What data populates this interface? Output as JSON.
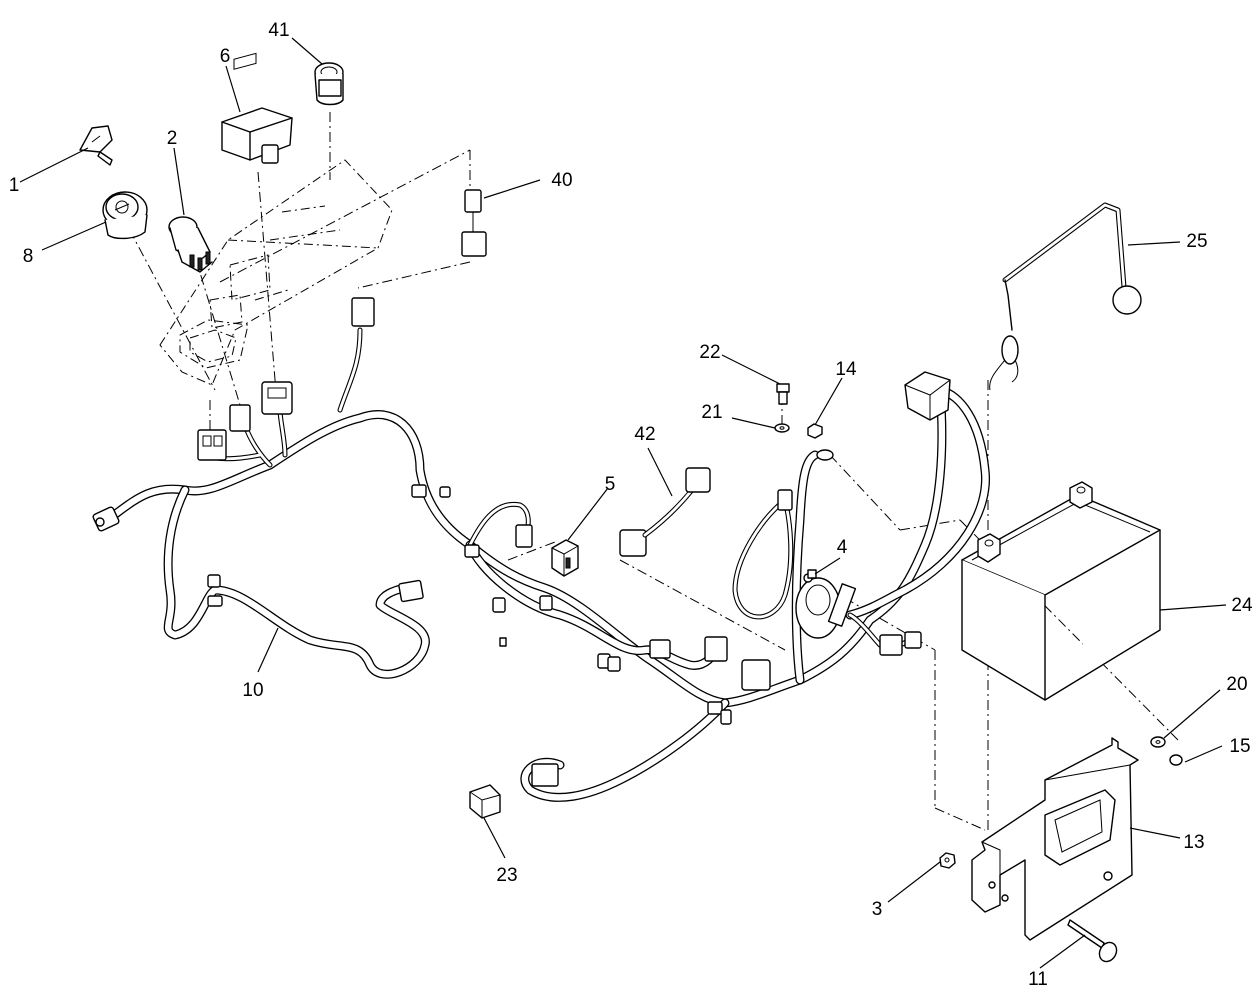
{
  "callouts": [
    {
      "id": "c1",
      "label": "1"
    },
    {
      "id": "c2",
      "label": "2"
    },
    {
      "id": "c3",
      "label": "3"
    },
    {
      "id": "c4",
      "label": "4"
    },
    {
      "id": "c5",
      "label": "5"
    },
    {
      "id": "c6",
      "label": "6"
    },
    {
      "id": "c8",
      "label": "8"
    },
    {
      "id": "c10",
      "label": "10"
    },
    {
      "id": "c11",
      "label": "11"
    },
    {
      "id": "c13",
      "label": "13"
    },
    {
      "id": "c14",
      "label": "14"
    },
    {
      "id": "c15",
      "label": "15"
    },
    {
      "id": "c20",
      "label": "20"
    },
    {
      "id": "c21",
      "label": "21"
    },
    {
      "id": "c22",
      "label": "22"
    },
    {
      "id": "c23",
      "label": "23"
    },
    {
      "id": "c24",
      "label": "24"
    },
    {
      "id": "c25",
      "label": "25"
    },
    {
      "id": "c40",
      "label": "40"
    },
    {
      "id": "c41",
      "label": "41"
    },
    {
      "id": "c42",
      "label": "42"
    }
  ],
  "colors": {
    "line": "#000000",
    "background": "#ffffff"
  }
}
